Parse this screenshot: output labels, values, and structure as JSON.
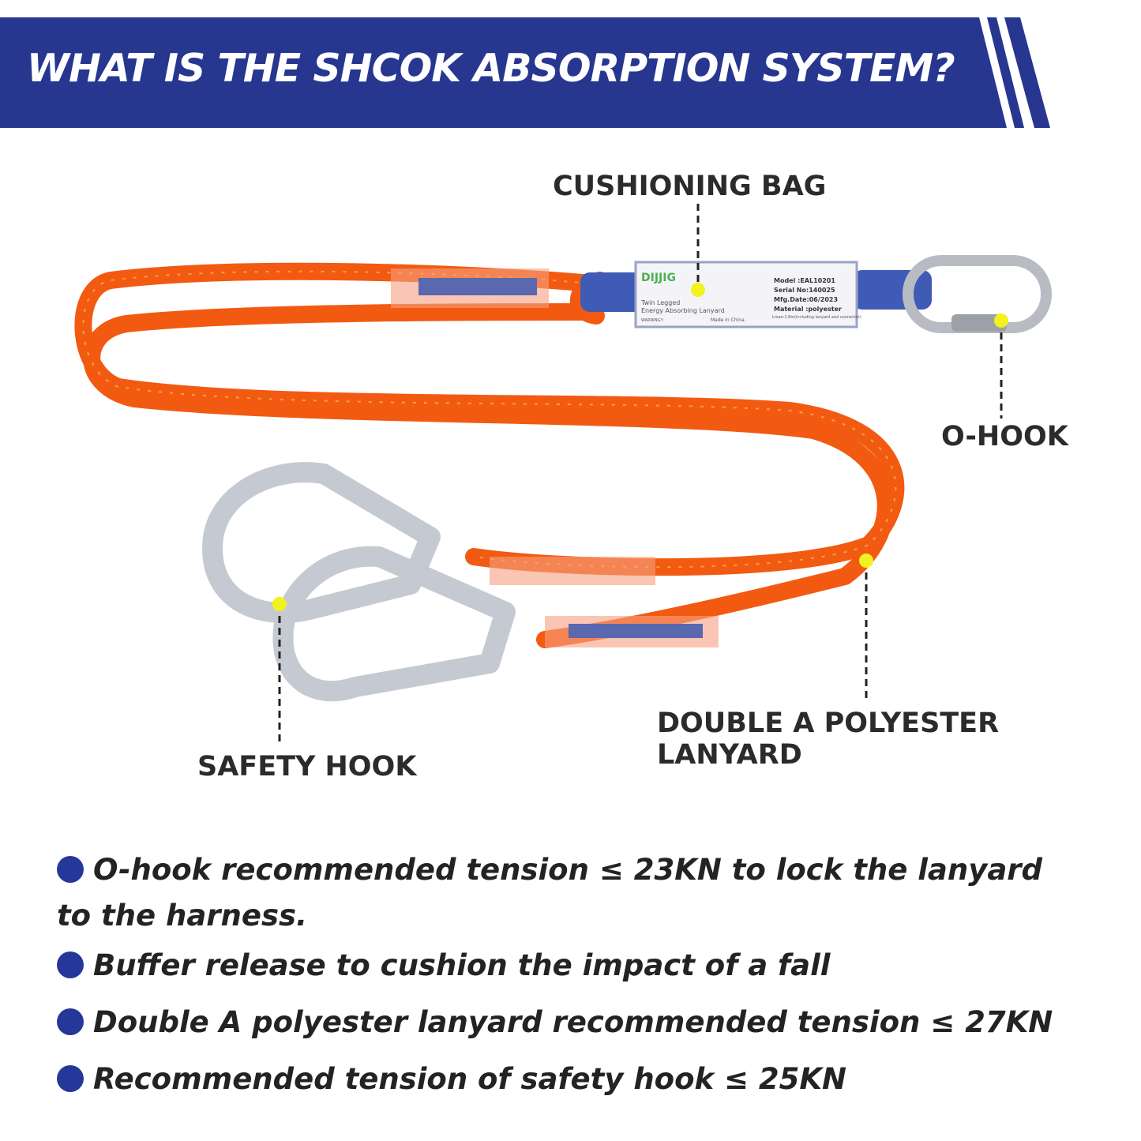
{
  "header": {
    "title": "WHAT IS THE SHCOK ABSORPTION SYSTEM?",
    "color": "#27368f"
  },
  "product_label": {
    "brand": "DIJJIG",
    "line1": "Twin Legged",
    "line2": "Energy Absorbing Lanyard",
    "model": "Model  :EAL10201",
    "serial": "Serial No:140025",
    "mfg": "Mfg.Date:06/2023",
    "material": "Material :polyester",
    "warning": "WARNING!!",
    "made_in": "Made in China",
    "lmax": "Lmax:1.8m(including lanyard and connector)"
  },
  "callouts": {
    "cushioning_bag": "CUSHIONING BAG",
    "o_hook": "O-HOOK",
    "safety_hook": "SAFETY HOOK",
    "lanyard_line1": "DOUBLE A POLYESTER",
    "lanyard_line2": "LANYARD"
  },
  "colors": {
    "rope": "#f25a12",
    "marker": "#f2f21f",
    "bullet": "#26379a"
  },
  "bullets": [
    {
      "text": "O-hook recommended tension ≤ 23KN to lock the lanyard",
      "cont": "to the harness."
    },
    {
      "text": "Buffer release to cushion the impact of a fall"
    },
    {
      "text": "Double A polyester lanyard recommended tension ≤ 27KN"
    },
    {
      "text": "Recommended tension of safety hook ≤ 25KN"
    }
  ]
}
